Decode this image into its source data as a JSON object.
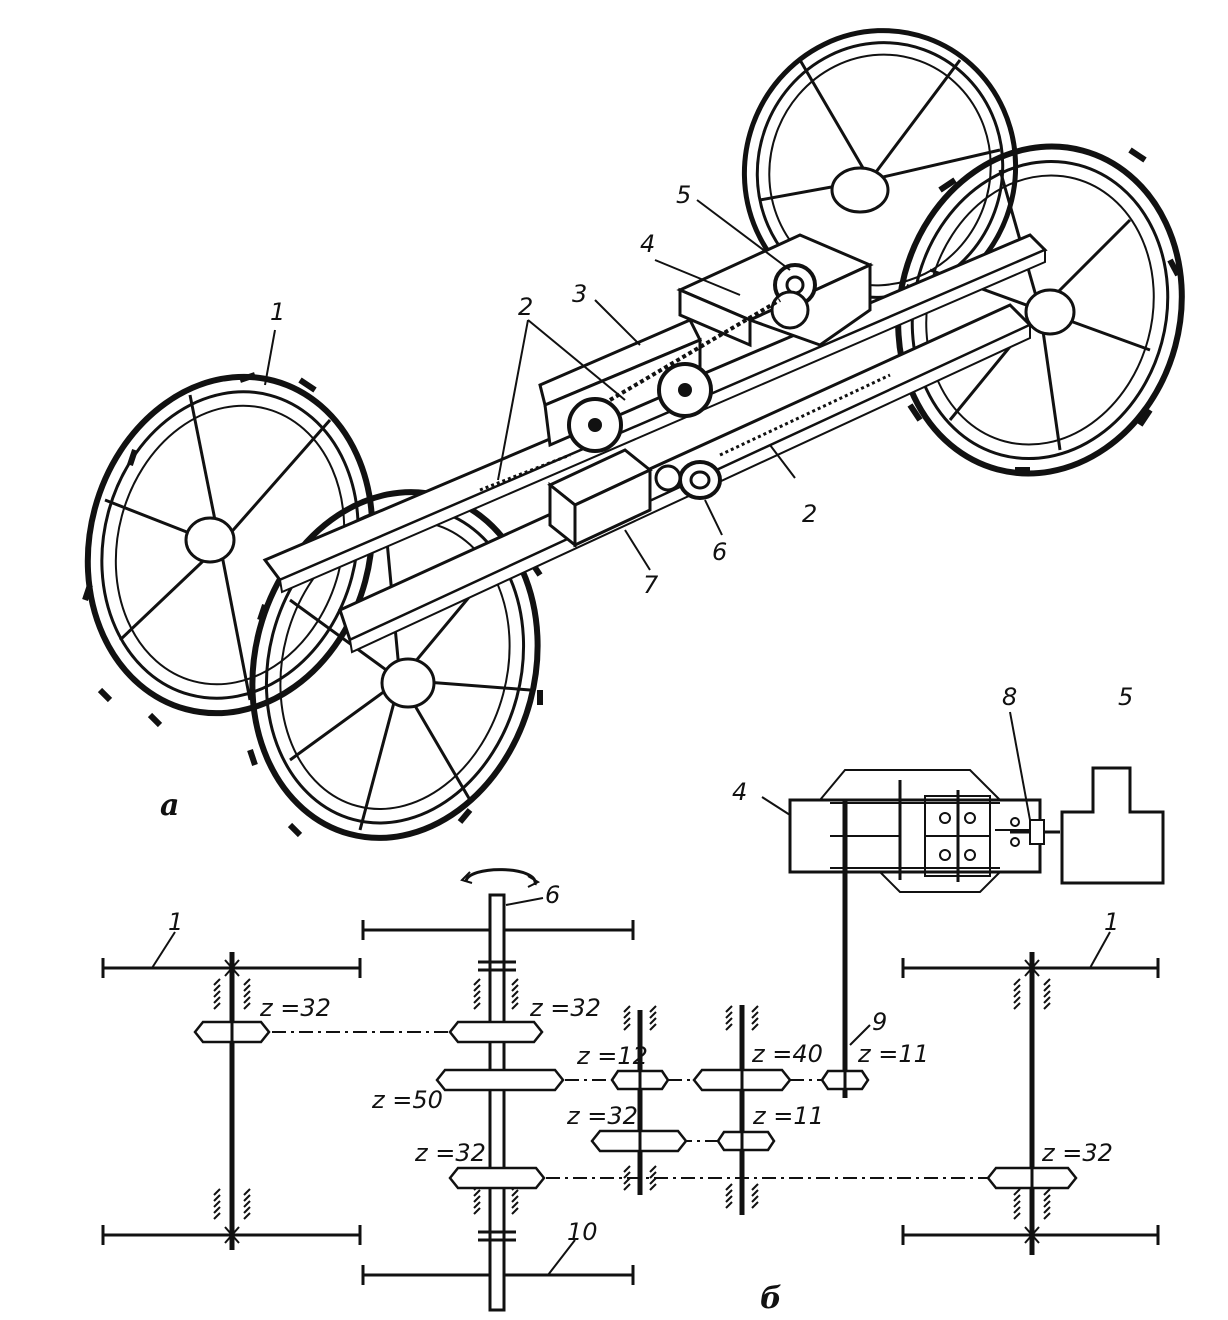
{
  "figure": {
    "part_a_label": "а",
    "part_b_label": "б"
  },
  "callouts_a": {
    "n1": "1",
    "n2a": "2",
    "n2b": "2",
    "n3": "3",
    "n4": "4",
    "n5": "5",
    "n6": "6",
    "n7": "7"
  },
  "callouts_b": {
    "n1_left": "1",
    "n1_right": "1",
    "n4": "4",
    "n5": "5",
    "n6": "6",
    "n8": "8",
    "n9": "9",
    "n10": "10"
  },
  "gear_teeth": {
    "left_wheel_gear": "z =32",
    "shaft6_top_gear": "z =32",
    "shaft6_big_gear": "z =50",
    "shaft6_bottom_gear": "z =32",
    "mid1_top_gear": "z =12",
    "mid1_bottom_gear": "z =32",
    "mid2_top_gear": "z =40",
    "mid2_bottom_gear": "z =11",
    "shaft9_gear": "z =11",
    "right_wheel_gear": "z =32"
  }
}
